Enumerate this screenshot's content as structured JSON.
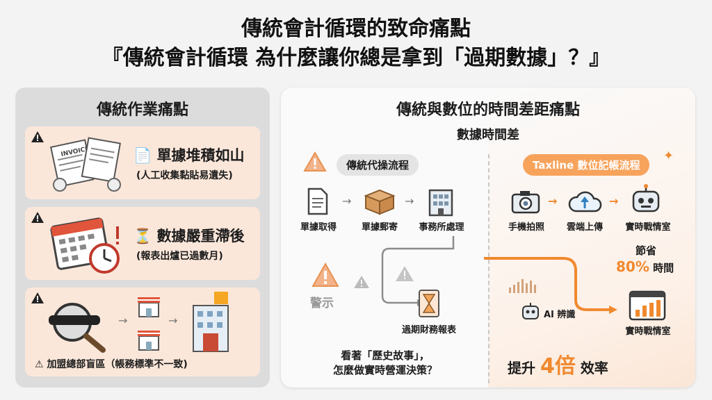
{
  "title": {
    "line1": "傳統會計循環的致命痛點",
    "line2": "『傳統會計循環 為什麼讓你總是拿到「過期數據」？』"
  },
  "left": {
    "heading": "傳統作業痛點",
    "cards": [
      {
        "title": "單據堆積如山",
        "subtitle": "(人工收集黏貼易遺失)",
        "art_label": "INVOICE"
      },
      {
        "title": "數據嚴重滯後",
        "subtitle": "(報表出爐已過數月)"
      },
      {
        "caption": "加盟總部盲區（帳務標準不一致)"
      }
    ]
  },
  "right": {
    "heading": "傳統與數位的時間差距痛點",
    "subheading": "數據時間差",
    "traditional": {
      "pill": "傳統代操流程",
      "steps": [
        "單據取得",
        "單據郵寄",
        "事務所處理"
      ],
      "warning_label": "警示",
      "result": "過期財務報表",
      "question_line1": "看著「歷史故事」，",
      "question_line2": "怎麼做實時營運決策？"
    },
    "digital": {
      "pill": "Taxline 數位記帳流程",
      "steps": [
        "手機拍照",
        "雲端上傳",
        "實時戰情室"
      ],
      "save_label": "節省",
      "save_value": "80%",
      "save_unit": "時間",
      "ai_label": "AI 辨識",
      "result": "實時戰情室",
      "boost_prefix": "提升",
      "boost_value": "4倍",
      "boost_suffix": "效率"
    }
  },
  "colors": {
    "accent_orange": "#f0892e",
    "card_bg": "#fbe7da",
    "panel_gray": "#dcdcdc"
  }
}
